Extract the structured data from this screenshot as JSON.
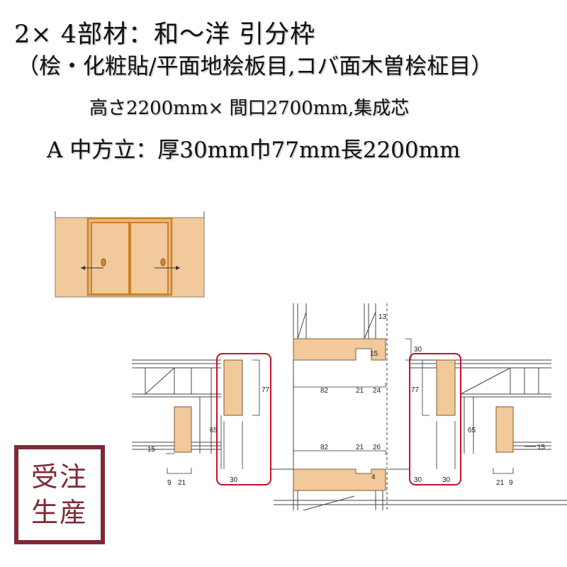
{
  "title": {
    "line1": "2× 4部材：和～洋 引分枠",
    "line2": "（桧・化粧貼/平面地桧板目,コバ面木曽桧柾目）"
  },
  "specs": {
    "size": "高さ2200mm× 間口2700mm,集成芯",
    "member": "A 中方立：厚30mm巾77mm長2200mm"
  },
  "badge": {
    "line1": "受注",
    "line2": "生産"
  },
  "dimensions": {
    "d13": "13",
    "d30_top": "30",
    "d15_top": "15",
    "d82_top": "82",
    "d21_top": "21",
    "d24": "24",
    "d77_left": "77",
    "d65_left": "65",
    "d15_left": "15",
    "d9_left": "9",
    "d21_left": "21",
    "d30_left": "30",
    "d82_bot": "82",
    "d21_bot": "21",
    "d26": "26",
    "d4": "4",
    "d77_right": "77",
    "d65_right": "65",
    "d15_right": "15",
    "d30_right_a": "30",
    "d30_right_b": "30",
    "d21_right": "21",
    "d9_right": "9"
  },
  "colors": {
    "wood": "#f2c99a",
    "wood_dark": "#c9822a",
    "frame_red": "#c8102e",
    "badge": "#7e2a35"
  }
}
